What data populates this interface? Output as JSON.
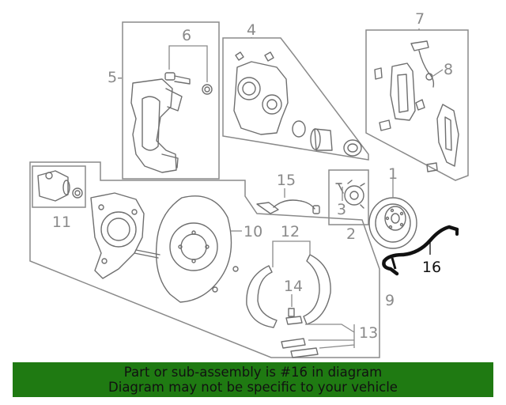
{
  "diagram": {
    "callouts": [
      {
        "id": "1",
        "label": "1"
      },
      {
        "id": "2",
        "label": "2"
      },
      {
        "id": "3",
        "label": "3"
      },
      {
        "id": "4",
        "label": "4"
      },
      {
        "id": "5",
        "label": "5-"
      },
      {
        "id": "6",
        "label": "6"
      },
      {
        "id": "7",
        "label": "7"
      },
      {
        "id": "8",
        "label": "8"
      },
      {
        "id": "9",
        "label": "9"
      },
      {
        "id": "10",
        "label": "10"
      },
      {
        "id": "11",
        "label": "11"
      },
      {
        "id": "12",
        "label": "12"
      },
      {
        "id": "13",
        "label": "13"
      },
      {
        "id": "14",
        "label": "14"
      },
      {
        "id": "15",
        "label": "15"
      },
      {
        "id": "16",
        "label": "16"
      }
    ],
    "highlighted_part": "16",
    "colors": {
      "line": "#6f6f6f",
      "highlight": "#111111",
      "banner": "#1f7a12"
    }
  },
  "banner": {
    "line1": "Part or sub-assembly is #16 in diagram",
    "line2": "Diagram may not be specific to your vehicle"
  }
}
